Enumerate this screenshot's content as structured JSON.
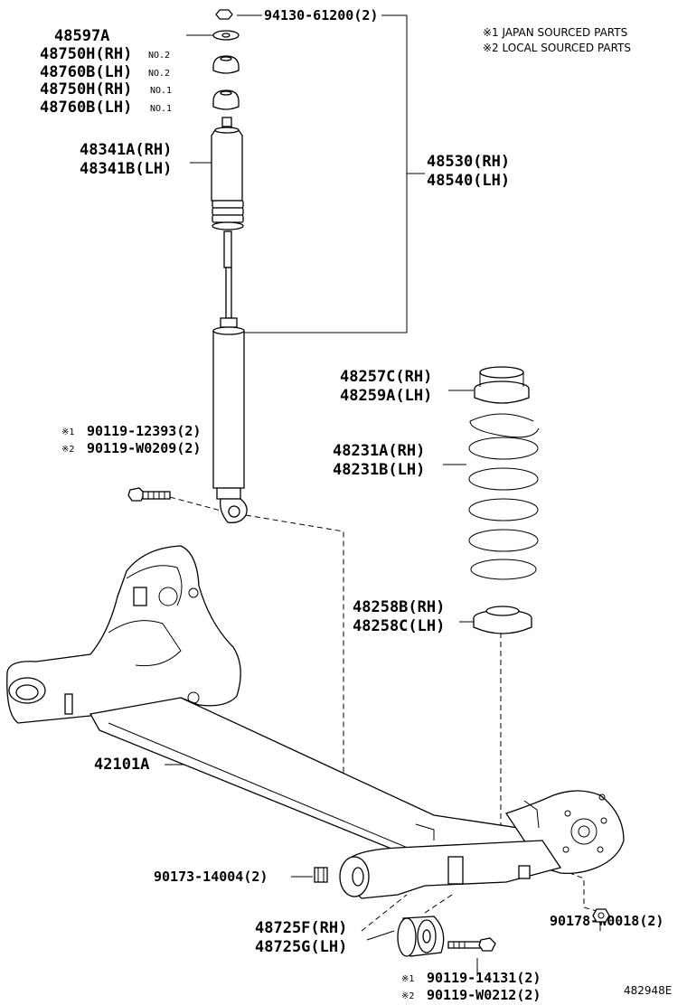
{
  "notes": {
    "n1": "※1 JAPAN SOURCED PARTS",
    "n2": "※2 LOCAL SOURCED PARTS"
  },
  "diagram_id": "482948E",
  "parts": {
    "nut_top": "94130-61200(2)",
    "washer": "48597A",
    "insul_no2_rh": "48750H(RH)",
    "insul_no2_rh_tag": "NO.2",
    "insul_no2_lh": "48760B(LH)",
    "insul_no2_lh_tag": "NO.2",
    "insul_no1_rh": "48750H(RH)",
    "insul_no1_rh_tag": "NO.1",
    "insul_no1_lh": "48760B(LH)",
    "insul_no1_lh_tag": "NO.1",
    "bump_rh": "48341A(RH)",
    "bump_lh": "48341B(LH)",
    "shock_rh": "48530(RH)",
    "shock_lh": "48540(LH)",
    "bolt1_mark1": "※1",
    "bolt1_a": "90119-12393(2)",
    "bolt1_mark2": "※2",
    "bolt1_b": "90119-W0209(2)",
    "upper_seat_rh": "48257C(RH)",
    "upper_seat_lh": "48259A(LH)",
    "spring_rh": "48231A(RH)",
    "spring_lh": "48231B(LH)",
    "lower_seat_rh": "48258B(RH)",
    "lower_seat_lh": "48258C(LH)",
    "axle_beam": "42101A",
    "nut_front": "90173-14004(2)",
    "bush_rh": "48725F(RH)",
    "bush_lh": "48725G(LH)",
    "nut_rear": "90178-W0018(2)",
    "bolt2_mark1": "※1",
    "bolt2_a": "90119-14131(2)",
    "bolt2_mark2": "※2",
    "bolt2_b": "90119-W0212(2)"
  }
}
